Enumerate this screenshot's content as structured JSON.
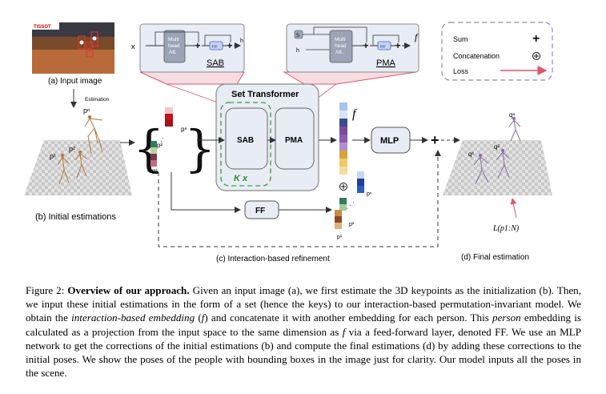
{
  "figure": {
    "input_label": "(a) Input image",
    "estimation_label": "Estimation",
    "initial_label": "(b) Initial estimations",
    "refine_label": "(c) Interaction-based refinement",
    "final_label": "(d) Final estimation",
    "set_transformer": "Set Transformer",
    "sab": "SAB",
    "pma": "PMA",
    "kx": "K x",
    "mlp": "MLP",
    "ff": "FF",
    "f_symbol": "f",
    "loss_formula": "L(p1:N)",
    "sab_detail": {
      "x": "x",
      "h": "h",
      "block": [
        "Multi",
        "head",
        "Att."
      ],
      "ff": "FF",
      "title": "SAB"
    },
    "pma_detail": {
      "s": "S",
      "h": "h",
      "block": [
        "Multi",
        "head",
        "Att."
      ],
      "ff": "FF",
      "title": "PMA",
      "f": "f"
    },
    "legend": {
      "sum": "Sum",
      "concat": "Concatenation",
      "loss": "Loss"
    },
    "people": {
      "p1": "p¹",
      "p2": "p²",
      "pn": "pⁿ",
      "q1": "q¹",
      "q2": "q²",
      "qn": "qⁿ"
    },
    "scoreboard": "TISSOT",
    "colors": {
      "accent_red": "#e0556a",
      "legend_dash": "#9a7fc0",
      "kx_green": "#2f8a2f",
      "box_fill": "#e8ecf4"
    }
  },
  "caption": {
    "label": "Figure 2:",
    "title": "Overview of our approach.",
    "t1": " Given an input image (a), we first estimate the 3D keypoints as the initialization (b). Then, we input these initial estimations in the form of a set (hence the keys) to our interaction-based permutation-invariant model. We obtain the ",
    "em1": "interaction-based embedding",
    "t2": " (",
    "em2": "f",
    "t3": ") and concatenate it with another embedding for each person. This ",
    "em3": "person",
    "t4": " embedding is calculated as a projection from the input space to the same dimension as ",
    "em4": "f",
    "t5": " via a feed-forward layer, denoted FF. We use an MLP network to get the corrections of the initial estimations (b) and compute the final estimations (d) by adding these corrections to the initial poses. We show the poses of the people with bounding boxes in the image just for clarity. Our model inputs all the poses in the scene."
  }
}
